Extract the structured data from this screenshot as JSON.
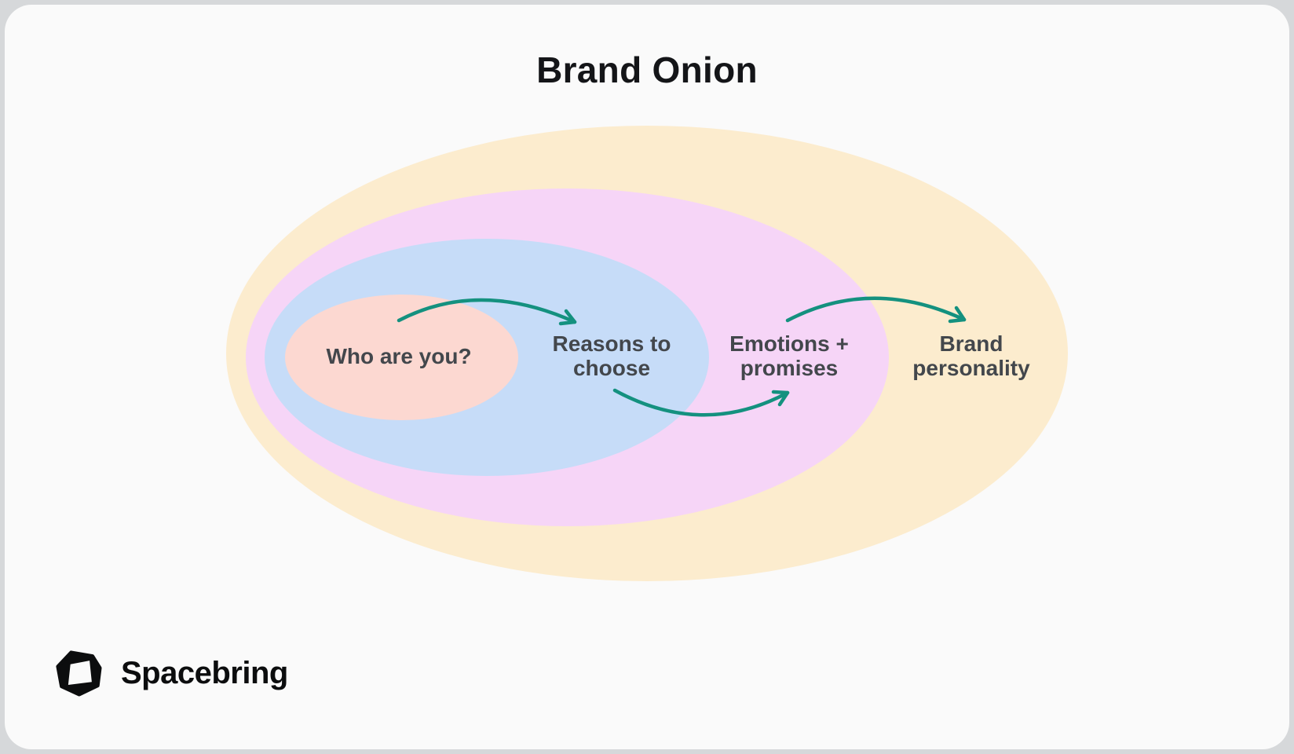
{
  "title": "Brand Onion",
  "colors": {
    "background": "#D6D8DA",
    "card": "#FAFAFA",
    "arrow": "#14917F",
    "label_text": "#43474C",
    "title_text": "#141518"
  },
  "diagram": {
    "layers": [
      {
        "name": "brand-personality",
        "label": "Brand\npersonality",
        "color": "#FCECCE"
      },
      {
        "name": "emotions-promises",
        "label": "Emotions +\npromises",
        "color": "#F6D5F7"
      },
      {
        "name": "reasons-to-choose",
        "label": "Reasons to\nchoose",
        "color": "#C6DCF8"
      },
      {
        "name": "who-are-you",
        "label": "Who are you?",
        "color": "#FCD8D1"
      }
    ],
    "arrows": [
      {
        "name": "who-to-reasons",
        "from": "who-are-you",
        "to": "reasons-to-choose"
      },
      {
        "name": "reasons-to-emotions",
        "from": "reasons-to-choose",
        "to": "emotions-promises"
      },
      {
        "name": "emotions-to-brand",
        "from": "emotions-promises",
        "to": "brand-personality"
      }
    ]
  },
  "footer": {
    "brand_name": "Spacebring",
    "logo_icon": "spacebring-cube-icon"
  }
}
